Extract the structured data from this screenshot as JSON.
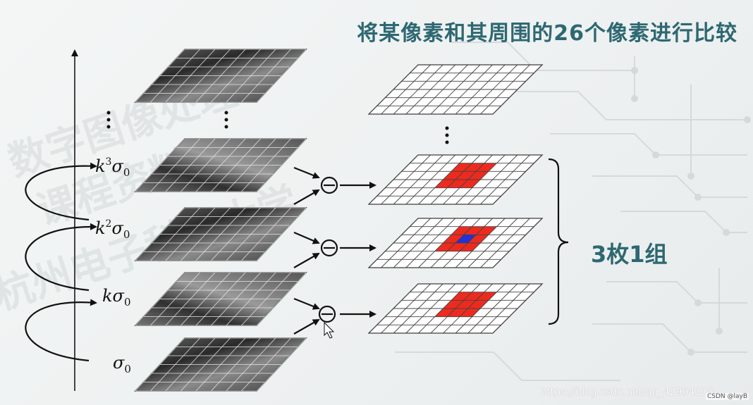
{
  "title": "将某像素和其周围的26个像素进行比较",
  "group_label": "3枚1组",
  "scale_labels": [
    {
      "k": "k",
      "sup": "3",
      "sigma": "σ",
      "sub": "0"
    },
    {
      "k": "k",
      "sup": "2",
      "sigma": "σ",
      "sub": "0"
    },
    {
      "k": "k",
      "sup": "",
      "sigma": "σ",
      "sub": "0"
    },
    {
      "k": "",
      "sup": "",
      "sigma": "σ",
      "sub": "0"
    }
  ],
  "watermark_background": [
    "数字图像处理",
    "课程资料",
    "杭州电子科技大学"
  ],
  "footer_url": "https://blog.csdn.net/qq_42904175",
  "footer_credit": "CSDN @layB",
  "colors": {
    "title": "#2e6872",
    "neighbor": "#ee2a1e",
    "center": "#2430d8",
    "axis": "#333333"
  }
}
